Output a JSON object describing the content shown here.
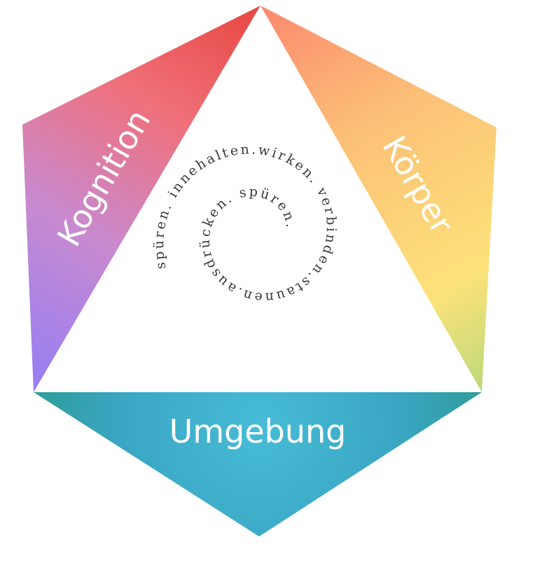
{
  "segments": {
    "cognition": {
      "label": "Kognition",
      "colors": [
        "#9a7ff0",
        "#c88ad0",
        "#f0707a",
        "#e84b47"
      ]
    },
    "body": {
      "label": "Körper",
      "colors": [
        "#fb8a6e",
        "#fcc177",
        "#fde27a",
        "#b9d979"
      ]
    },
    "environment": {
      "label": "Umgebung",
      "colors": [
        "#2f8fb0",
        "#47bcd6",
        "#2e9c98"
      ]
    }
  },
  "spiral": {
    "text": "spüren. innehalten.wirken. verbinden.staunen.ausdrücken. spüren."
  }
}
